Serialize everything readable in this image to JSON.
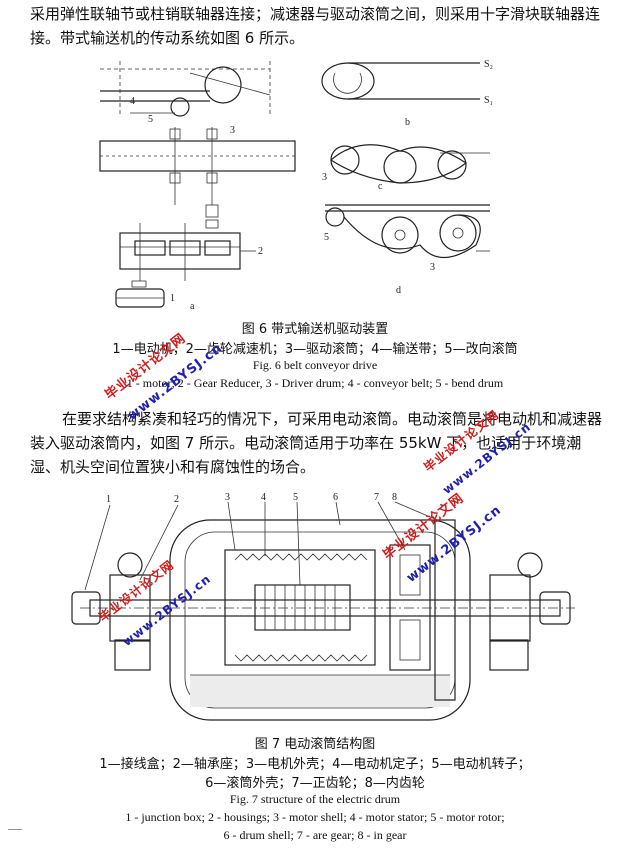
{
  "text": {
    "para1": "采用弹性联轴节或柱销联轴器连接；减速器与驱动滚筒之间，则采用十字滑块联轴器连接。带式输送机的传动系统如图 6 所示。",
    "para2": "在要求结构紧凑和轻巧的情况下，可采用电动滚筒。电动滚筒是将电动机和减速器装入驱动滚筒内，如图 7 所示。电动滚筒适用于功率在 55kW 下，也适用于环境潮湿、机头空间位置狭小和有腐蚀性的场合。"
  },
  "fig6": {
    "caption_zh": "图 6  带式输送机驱动装置",
    "legend_zh": "1—电动机；2—齿轮减速机；3—驱动滚筒；4—输送带；5—改向滚筒",
    "caption_en": "Fig. 6    belt conveyor drive",
    "legend_en": "1 - motor; 2 - Gear Reducer, 3 - Driver drum; 4 - conveyor belt; 5 - bend drum",
    "labels": {
      "n1": "1",
      "n2": "2",
      "n3": "3",
      "n4": "4",
      "n5": "5",
      "sa": "a",
      "sb": "b",
      "sc": "c",
      "sd": "d",
      "s1": "S₂",
      "s2": "S₁"
    }
  },
  "fig7": {
    "caption_zh": "图 7  电动滚筒结构图",
    "legend_zh_1": "1—接线盒；2—轴承座；3—电机外壳；4—电动机定子；5—电动机转子；",
    "legend_zh_2": "6—滚筒外壳；7—正齿轮；8—内齿轮",
    "caption_en": "Fig. 7    structure of the electric drum",
    "legend_en_1": "1 - junction box; 2 - housings; 3 - motor shell; 4 - motor stator; 5 - motor rotor;",
    "legend_en_2": "6 - drum shell; 7 - are gear; 8 - in gear",
    "labels": {
      "n1": "1",
      "n2": "2",
      "n3": "3",
      "n4": "4",
      "n5": "5",
      "n6": "6",
      "n7": "7",
      "n8": "8"
    }
  },
  "watermarks": {
    "zh": "毕业设计论文网",
    "url": "www.2BYSJ.cn"
  },
  "colors": {
    "watermark_red": "#d21c1c",
    "watermark_blue": "#1f1fb0"
  }
}
